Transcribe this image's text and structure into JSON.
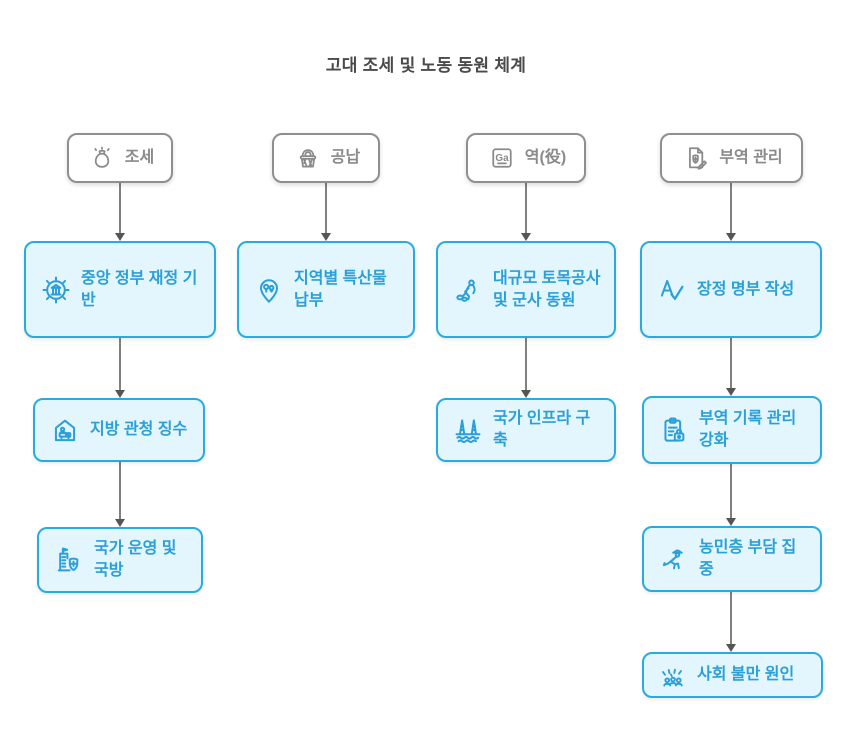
{
  "title": "고대 조세 및 노동 동원 체계",
  "colors": {
    "accent_blue_border": "#29ABE2",
    "node_fill": "#E3F6FD",
    "node_text": "#2A9FD8",
    "header_border": "#8F8F8F",
    "header_text": "#8A8A8A",
    "arrow": "#555555",
    "title_text": "#4A4A4A",
    "background": "#FFFFFF"
  },
  "headers": {
    "tax": {
      "label": "조세",
      "icon": "money-bag-icon"
    },
    "tribute": {
      "label": "공납",
      "icon": "basket-icon"
    },
    "labor": {
      "label": "역(役)",
      "icon": "language-ga-icon",
      "icon_text": "Ga"
    },
    "corvee_management": {
      "label": "부역 관리",
      "icon": "document-edit-icon"
    }
  },
  "nodes": {
    "central_finance": {
      "label": "중앙 정부 재정 기반",
      "icon": "government-target-icon"
    },
    "local_collection": {
      "label": "지방 관청 징수",
      "icon": "local-office-icon"
    },
    "state_operation_defense": {
      "label": "국가 운영 및 국방",
      "icon": "building-shield-icon"
    },
    "regional_specialty": {
      "label": "지역별 특산물 납부",
      "icon": "map-pin-produce-icon"
    },
    "construction_military": {
      "label": "대규모 토목공사 및 군사 동원",
      "icon": "laborer-icon"
    },
    "infrastructure": {
      "label": "국가 인프라 구축",
      "icon": "bridge-icon"
    },
    "roster": {
      "label": "장정 명부 작성",
      "icon": "name-check-icon"
    },
    "record_management": {
      "label": "부역 기록 관리 강화",
      "icon": "clipboard-lock-icon"
    },
    "peasant_burden": {
      "label": "농민층 부담 집중",
      "icon": "farmer-icon"
    },
    "social_discontent": {
      "label": "사회 불만 원인",
      "icon": "crowd-icon"
    }
  },
  "edges": [
    {
      "from": "tax",
      "to": "central_finance"
    },
    {
      "from": "tribute",
      "to": "regional_specialty"
    },
    {
      "from": "labor",
      "to": "construction_military"
    },
    {
      "from": "corvee_management",
      "to": "roster"
    },
    {
      "from": "central_finance",
      "to": "local_collection"
    },
    {
      "from": "local_collection",
      "to": "state_operation_defense"
    },
    {
      "from": "construction_military",
      "to": "infrastructure"
    },
    {
      "from": "roster",
      "to": "record_management"
    },
    {
      "from": "record_management",
      "to": "peasant_burden"
    },
    {
      "from": "peasant_burden",
      "to": "social_discontent"
    }
  ]
}
